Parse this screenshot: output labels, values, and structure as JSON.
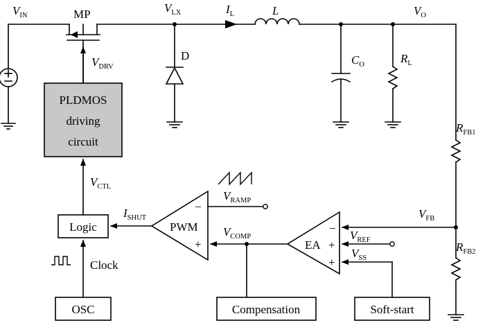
{
  "labels": {
    "vin_v": "V",
    "vin_sub": "IN",
    "mp": "MP",
    "vlx_v": "V",
    "vlx_sub": "LX",
    "il_i": "I",
    "il_sub": "L",
    "l": "L",
    "vo_v": "V",
    "vo_sub": "O",
    "d": "D",
    "co_c": "C",
    "co_sub": "O",
    "rl_r": "R",
    "rl_sub": "L",
    "vdrv_v": "V",
    "vdrv_sub": "DRV",
    "vctl_v": "V",
    "vctl_sub": "CTL",
    "vramp_v": "V",
    "vramp_sub": "RAMP",
    "ishut_i": "I",
    "ishut_sub": "SHUT",
    "vcomp_v": "V",
    "vcomp_sub": "COMP",
    "vfb_v": "V",
    "vfb_sub": "FB",
    "vref_v": "V",
    "vref_sub": "REF",
    "vss_v": "V",
    "vss_sub": "SS",
    "rfb1_r": "R",
    "rfb1_sub": "FB1",
    "rfb2_r": "R",
    "rfb2_sub": "FB2",
    "clock": "Clock",
    "pwm": "PWM",
    "ea": "EA",
    "minus": "−",
    "plus": "+"
  },
  "blocks": {
    "driver_line1": "PLDMOS",
    "driver_line2": "driving",
    "driver_line3": "circuit",
    "logic": "Logic",
    "osc": "OSC",
    "compensation": "Compensation",
    "softstart": "Soft-start"
  },
  "colors": {
    "driver_fill": "#c8c8c8",
    "line": "#000000"
  }
}
